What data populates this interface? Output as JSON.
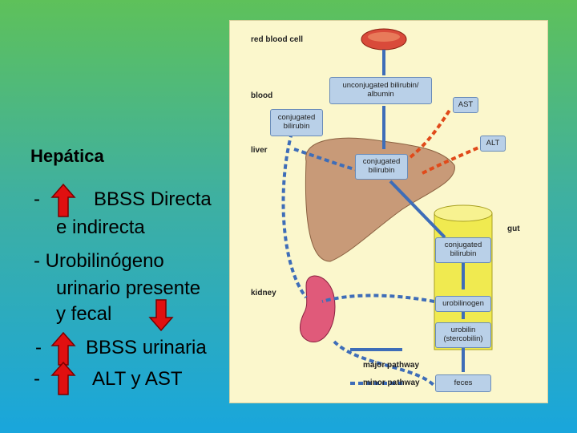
{
  "slide": {
    "heading": "Hepática",
    "line1_dash": "-",
    "line1_text": "BBSS Directa",
    "line1_cont": "e indirecta",
    "line2_text": "- Urobilinógeno",
    "line2_cont": "urinario  presente",
    "line2_cont2": "y   fecal",
    "line3_dash": "-",
    "line3_text": "BBSS urinaria",
    "line4_dash": "-",
    "line4_text": "ALT y AST",
    "arrow_color": "#e01010"
  },
  "diagram": {
    "labels": {
      "red_blood_cell": "red blood cell",
      "blood": "blood",
      "liver": "liver",
      "gut": "gut",
      "kidney": "kidney",
      "major_pathway": "major pathway",
      "minor_pathway": "minor pathway"
    },
    "boxes": {
      "unconjugated": "unconjugated bilirubin/ albumin",
      "conjugated_blood": "conjugated bilirubin",
      "conjugated_liver": "conjugated bilirubin",
      "conjugated_gut": "conjugated bilirubin",
      "urobilinogen": "urobilinogen",
      "urobilin": "urobilin (stercobilin)",
      "feces": "feces",
      "ast": "AST",
      "alt": "ALT"
    },
    "colors": {
      "major_arrow": "#3e6db8",
      "minor_arrow": "#3e6db8",
      "enzyme_arrow": "#e04a1a",
      "liver": "#c89a78",
      "kidney": "#e05a7a",
      "gut": "#f0ea50",
      "rbc": "#d94a3a"
    }
  }
}
